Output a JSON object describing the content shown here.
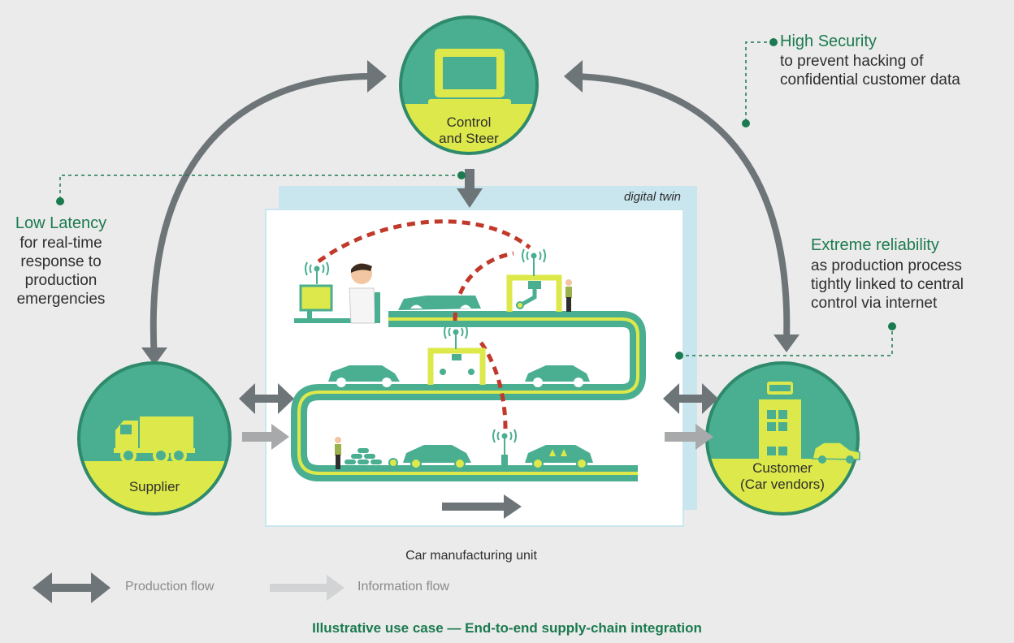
{
  "nodes": {
    "control": "Control\nand Steer",
    "supplier": "Supplier",
    "customer": "Customer\n(Car vendors)"
  },
  "digital_twin_label": "digital twin",
  "unit_label": "Car manufacturing unit",
  "callouts": {
    "security": {
      "title": "High Security",
      "body": "to prevent hacking of\nconfidential customer data"
    },
    "latency": {
      "title": "Low Latency",
      "body": "for real-time\nresponse to\nproduction\nemergencies"
    },
    "reliability": {
      "title": "Extreme reliability",
      "body": "as production process\ntightly linked to central\ncontrol via internet"
    }
  },
  "legend": {
    "production": "Production flow",
    "information": "Information flow"
  },
  "footer_title": "Illustrative use case — End-to-end supply-chain integration",
  "colors": {
    "background": "#ebebeb",
    "teal": "#4aae91",
    "lime": "#dde94a",
    "dark_arrow": "#6e7578",
    "light_arrow": "#a7a9ab",
    "red_link": "#c0392b",
    "twin": "#c9e6ee",
    "accent_green": "#1b7a4f"
  }
}
